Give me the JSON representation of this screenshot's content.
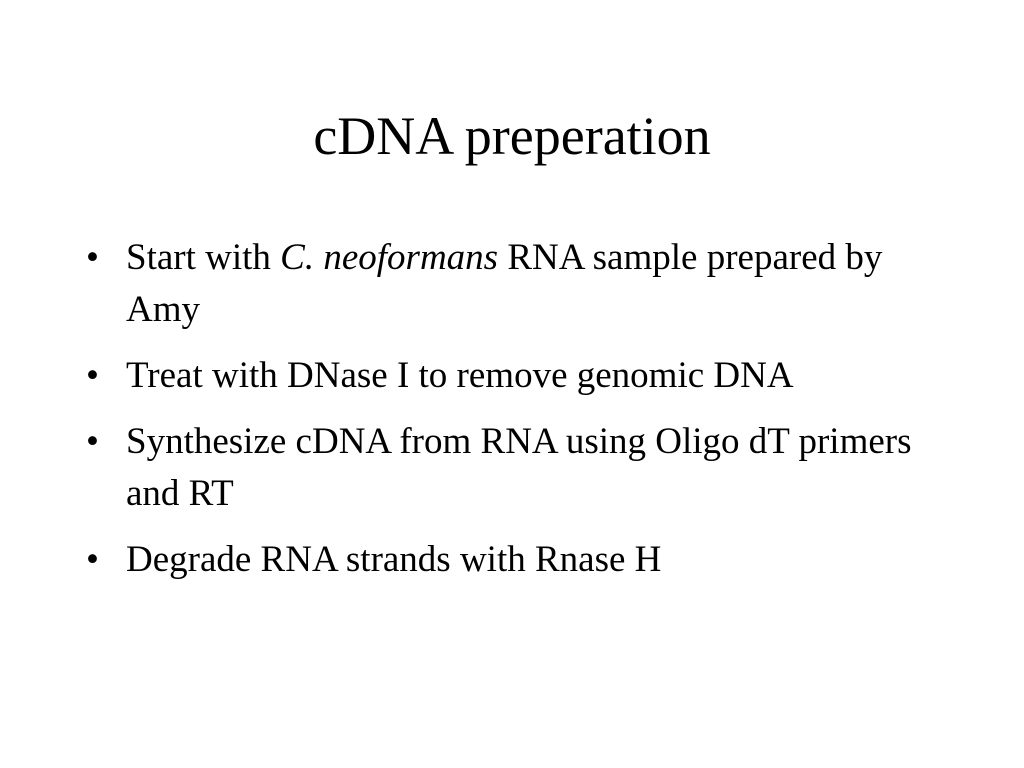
{
  "slide": {
    "title": "cDNA preperation",
    "bullet_marker": "•",
    "bullets": [
      {
        "before": "Start with ",
        "italic": "C. neoformans",
        "after": " RNA sample prepared by Amy"
      },
      {
        "text": "Treat with DNase I to remove genomic DNA"
      },
      {
        "text": "Synthesize cDNA from RNA using Oligo dT primers and RT"
      },
      {
        "text": "Degrade RNA strands with Rnase H"
      }
    ]
  }
}
